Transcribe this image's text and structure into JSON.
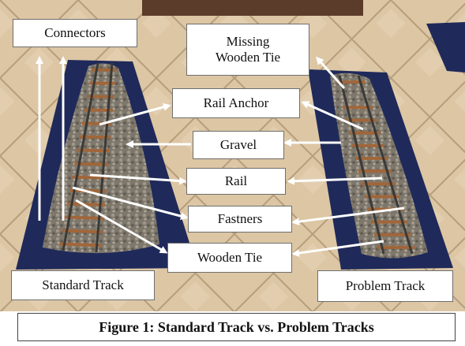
{
  "labels": {
    "connectors": "Connectors",
    "missing_tie": "Missing\nWooden Tie",
    "rail_anchor": "Rail Anchor",
    "gravel": "Gravel",
    "rail": "Rail",
    "fasteners": "Fastners",
    "wooden_tie": "Wooden Tie",
    "standard_track": "Standard Track",
    "problem_track": "Problem Track"
  },
  "caption": "Figure 1: Standard Track vs. Problem Tracks",
  "colors": {
    "floor": "#d9c3a2",
    "mat": "#1f2a5a",
    "gravel": "#8a8478",
    "rail": "#3a3a38",
    "tie": "#a0663a",
    "arrow": "#ffffff"
  }
}
